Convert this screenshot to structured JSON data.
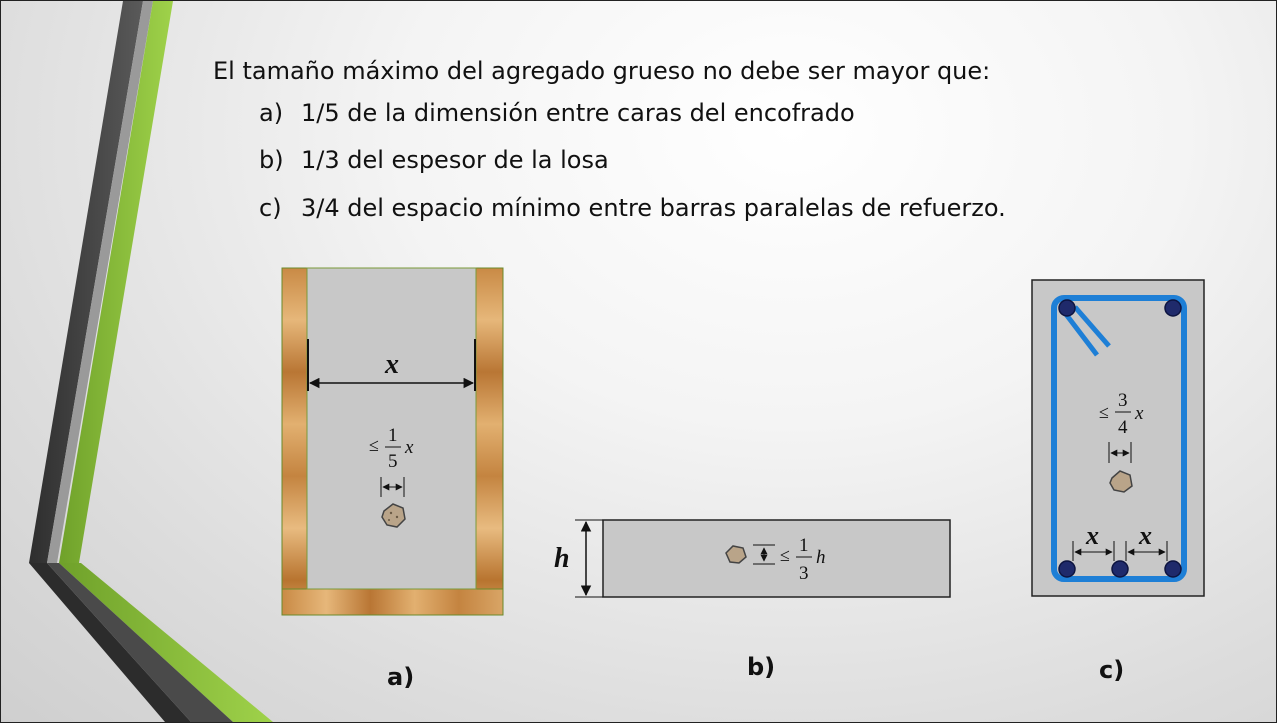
{
  "slide": {
    "heading": "El tamaño máximo del agregado grueso no debe ser mayor que:",
    "items": [
      {
        "letter": "a)",
        "text": "1/5 de la dimensión entre caras del encofrado"
      },
      {
        "letter": "b)",
        "text": "1/3 del espesor de la losa"
      },
      {
        "letter": "c)",
        "text": "3/4 del espacio mínimo entre barras paralelas de refuerzo."
      }
    ]
  },
  "figures": {
    "a": {
      "caption": "a)",
      "dim_label": "x",
      "le": "≤",
      "num": "1",
      "den": "5",
      "var": "x"
    },
    "b": {
      "caption": "b)",
      "dim_label": "h",
      "le": "≤",
      "num": "1",
      "den": "3",
      "var": "h"
    },
    "c": {
      "caption": "c)",
      "le": "≤",
      "num": "3",
      "den": "4",
      "var": "x",
      "spacing_label_1": "x",
      "spacing_label_2": "x"
    }
  },
  "colors": {
    "green_accent": "#8cc63f",
    "dark_accent": "#3a3a3a",
    "stirrup": "#1e7fd6",
    "rebar": "#1f2a6b",
    "concrete": "#c8c8c8"
  }
}
